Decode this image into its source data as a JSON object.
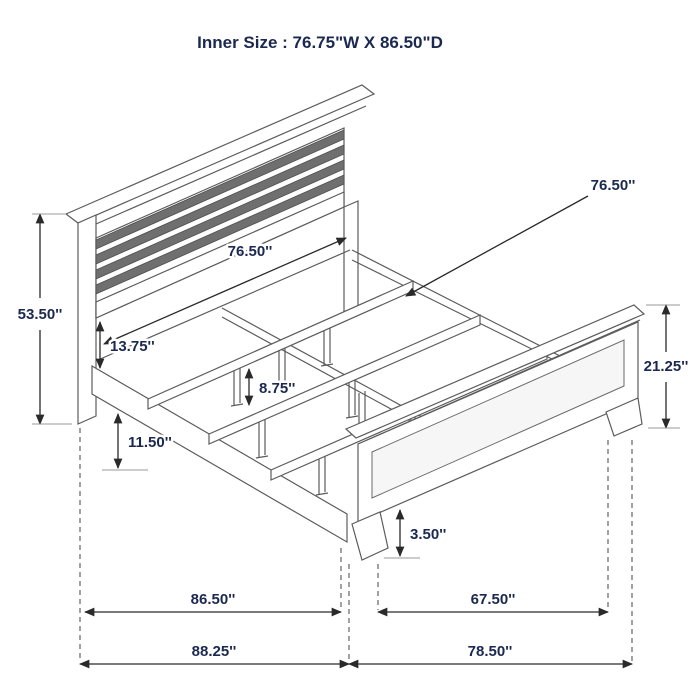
{
  "title": "Inner Size : 76.75\"W X 86.50\"D",
  "annotations": {
    "headboard_inner_width": "76.50''",
    "slat_length_callout": "76.50''",
    "headboard_height": "53.50''",
    "headboard_to_rail_clearance": "13.75''",
    "rail_bottom_height": "11.50''",
    "support_leg_height": "8.75''",
    "footboard_height": "21.25''",
    "footboard_foot_height": "3.50''",
    "inner_depth": "86.50''",
    "footboard_inner_width": "67.50''",
    "overall_depth": "88.25''",
    "overall_width": "78.50''"
  },
  "colors": {
    "label_text": "#1b2950",
    "dimension_line": "#2a2a2a",
    "drawing_line": "#5c5c5c"
  }
}
